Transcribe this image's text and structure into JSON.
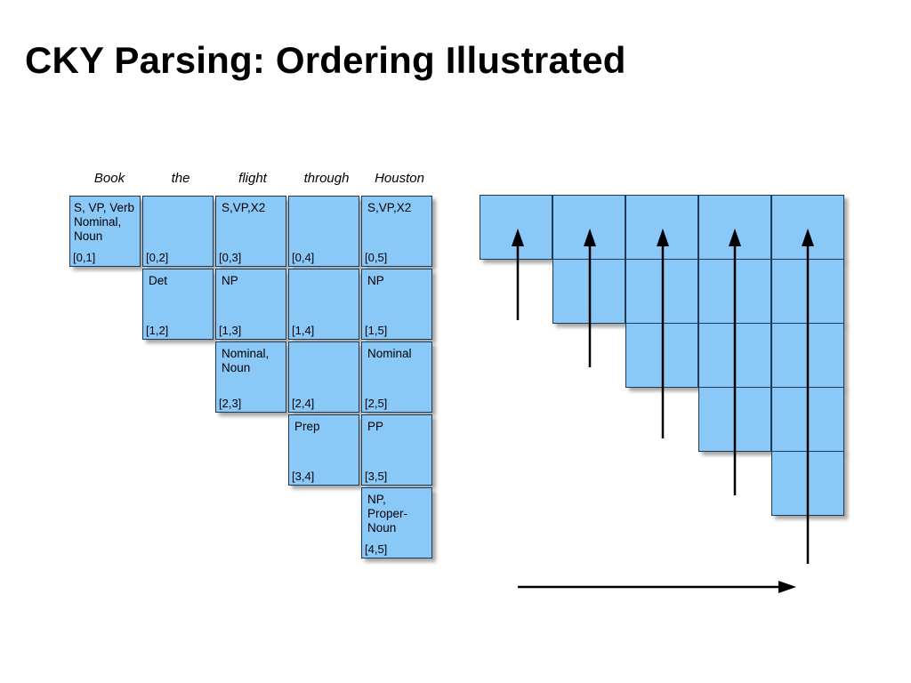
{
  "title": "CKY Parsing: Ordering Illustrated",
  "words": [
    "Book",
    "the",
    "flight",
    "through",
    "Houston"
  ],
  "chart": [
    {
      "row": 0,
      "col": 1,
      "label": "S, VP, Verb\nNominal,\nNoun",
      "span": "[0,1]"
    },
    {
      "row": 0,
      "col": 2,
      "label": "",
      "span": "[0,2]"
    },
    {
      "row": 0,
      "col": 3,
      "label": "S,VP,X2",
      "span": "[0,3]"
    },
    {
      "row": 0,
      "col": 4,
      "label": "",
      "span": "[0,4]"
    },
    {
      "row": 0,
      "col": 5,
      "label": "S,VP,X2",
      "span": "[0,5]"
    },
    {
      "row": 1,
      "col": 2,
      "label": "Det",
      "span": "[1,2]"
    },
    {
      "row": 1,
      "col": 3,
      "label": "NP",
      "span": "[1,3]"
    },
    {
      "row": 1,
      "col": 4,
      "label": "",
      "span": "[1,4]"
    },
    {
      "row": 1,
      "col": 5,
      "label": "NP",
      "span": "[1,5]"
    },
    {
      "row": 2,
      "col": 3,
      "label": "Nominal,\nNoun",
      "span": "[2,3]"
    },
    {
      "row": 2,
      "col": 4,
      "label": "",
      "span": "[2,4]"
    },
    {
      "row": 2,
      "col": 5,
      "label": "Nominal",
      "span": "[2,5]"
    },
    {
      "row": 3,
      "col": 4,
      "label": "Prep",
      "span": "[3,4]"
    },
    {
      "row": 3,
      "col": 5,
      "label": "PP",
      "span": "[3,5]"
    },
    {
      "row": 4,
      "col": 5,
      "label": "NP,\nProper-\nNoun",
      "span": "[4,5]"
    }
  ],
  "colors": {
    "cell_fill": "#8ac8f8",
    "cell_border": "#1e3a55",
    "arrow": "#000000"
  }
}
